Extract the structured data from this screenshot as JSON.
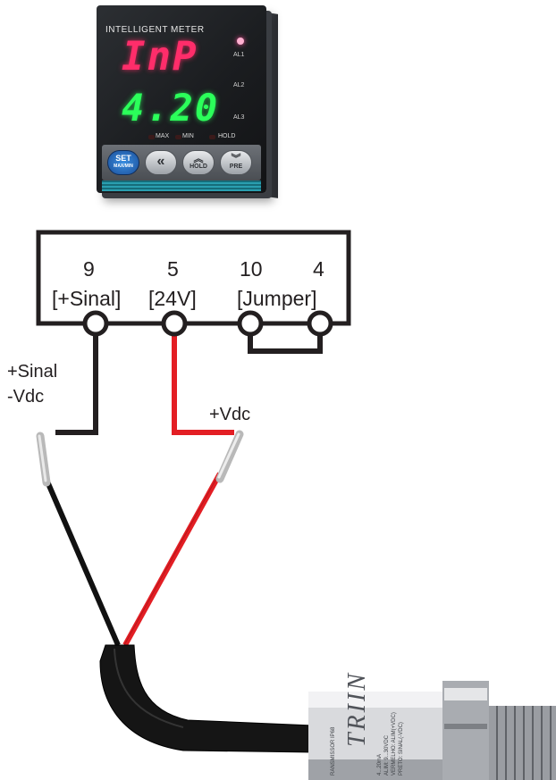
{
  "meter": {
    "title": "INTELLIGENT  METER",
    "display_top": "InP",
    "display_bottom": "4.20",
    "alarm_labels": [
      "AL1",
      "AL2",
      "AL3"
    ],
    "indicator_labels": [
      "MAX",
      "MIN",
      "HOLD"
    ],
    "keys": {
      "set": "SET",
      "set_sub": "MAX/MIN",
      "hold": "HOLD",
      "pre": "PRE"
    },
    "colors": {
      "top_display": "#ff2d6a",
      "bottom_display": "#2bff5a"
    }
  },
  "terminals": [
    {
      "number": "9",
      "label": "[+Sinal]"
    },
    {
      "number": "5",
      "label": "[24V]"
    },
    {
      "number": "10",
      "label": "[Jumper]"
    },
    {
      "number": "4",
      "label": ""
    }
  ],
  "wire_labels": {
    "black_line1": "+Sinal",
    "black_line2": "-Vdc",
    "red": "+Vdc"
  },
  "wire_colors": {
    "black": "#231f20",
    "red": "#e31e24"
  },
  "transducer": {
    "brand": "TRIIN",
    "label_lines": [
      "RANSMISSOR IP68",
      "4...20mA",
      "ALIM: 9...30VDC",
      "VERMELHO: ALIM(+VDC)",
      "PRETO: SINAL(-VDC)"
    ]
  }
}
